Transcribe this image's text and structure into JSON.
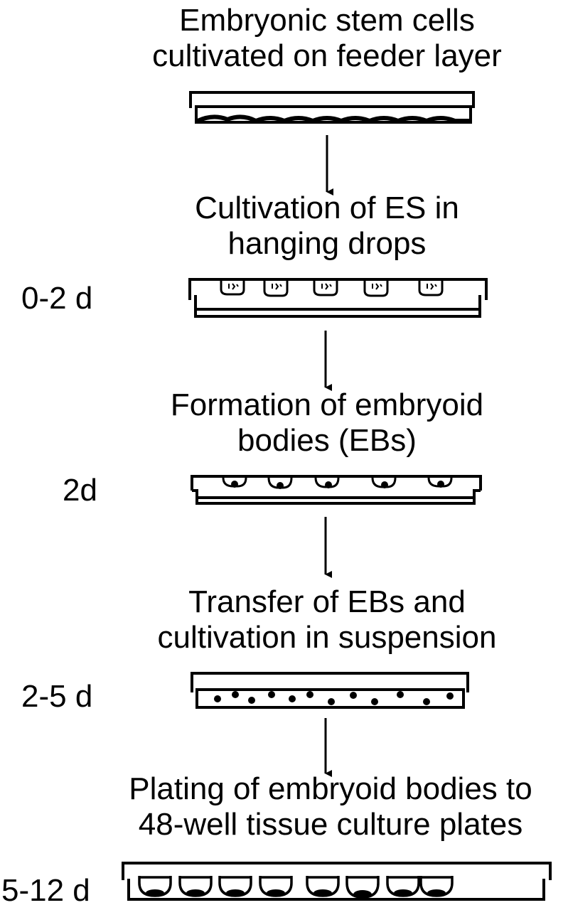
{
  "steps": [
    {
      "title_line1": "Embryonic stem cells",
      "title_line2": "cultivated on feeder layer",
      "day": ""
    },
    {
      "title_line1": "Cultivation of ES in",
      "title_line2": "hanging drops",
      "day": "0-2 d"
    },
    {
      "title_line1": "Formation of embryoid",
      "title_line2": "bodies (EBs)",
      "day": "2d"
    },
    {
      "title_line1": "Transfer of EBs and",
      "title_line2": "cultivation in suspension",
      "day": "2-5 d"
    },
    {
      "title_line1": "Plating of embryoid bodies to",
      "title_line2": "48-well tissue culture plates",
      "day": "5-12 d"
    }
  ],
  "colors": {
    "ink": "#000000",
    "background": "#ffffff"
  }
}
